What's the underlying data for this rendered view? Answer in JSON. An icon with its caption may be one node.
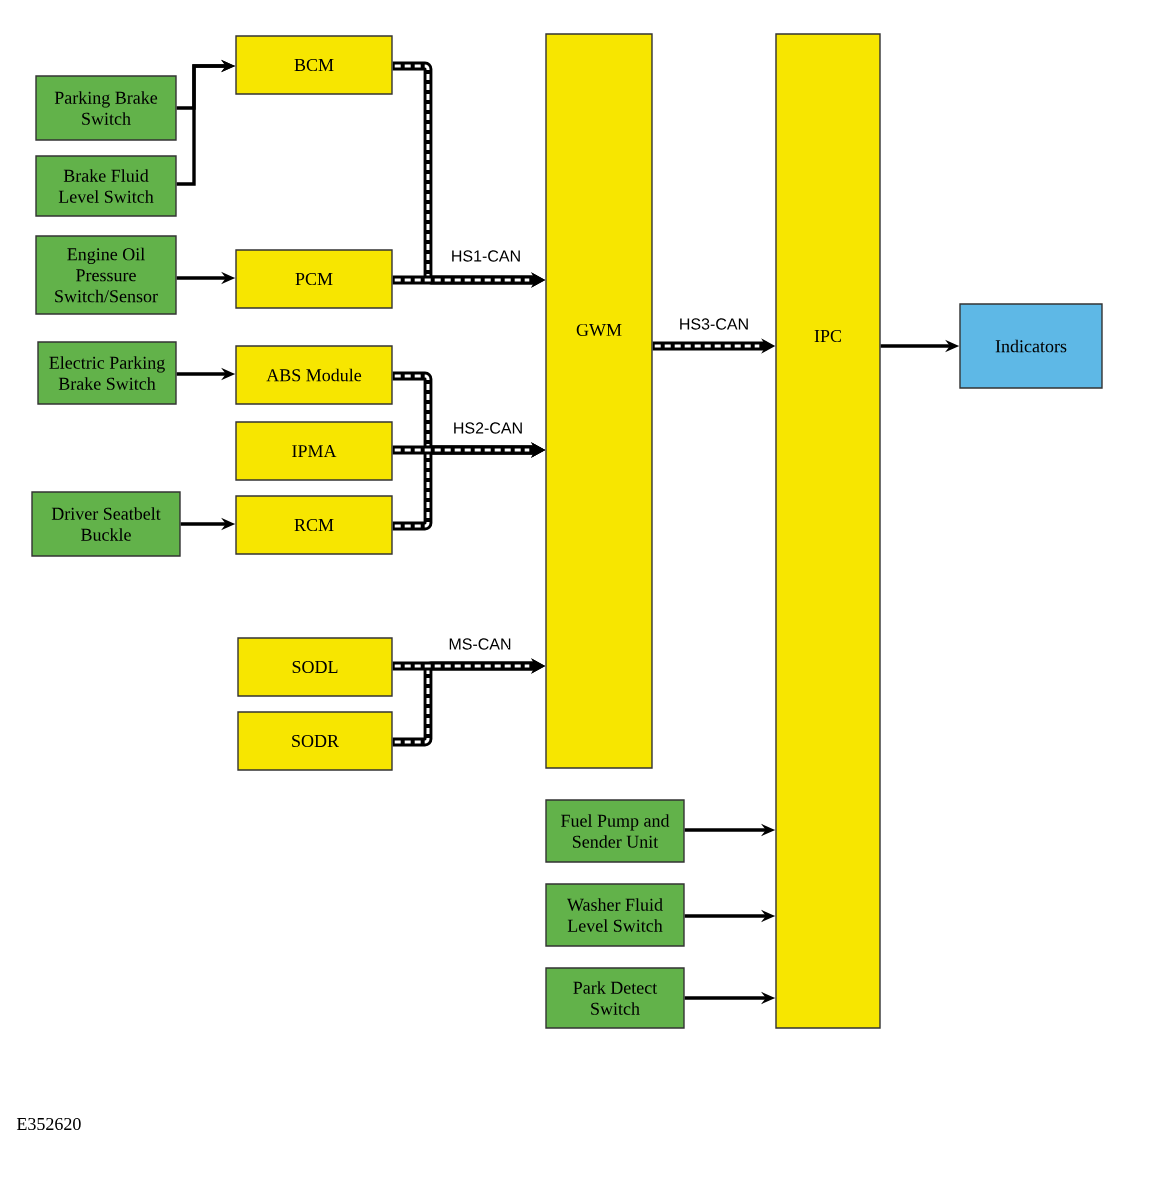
{
  "diagram": {
    "nodes": [
      {
        "text": [
          "Parking Brake Switch"
        ]
      },
      {
        "text": [
          "Brake Fluid Level Switch"
        ]
      },
      {
        "text": [
          "Engine Oil Pressure Switch/Sensor"
        ]
      },
      {
        "text": [
          "Electric Parking Brake Switch"
        ]
      },
      {
        "text": [
          "Driver Seatbelt Buckle"
        ]
      },
      {
        "text": [
          "BCM"
        ]
      },
      {
        "text": [
          "PCM"
        ]
      },
      {
        "text": [
          "ABS Module"
        ]
      },
      {
        "text": [
          "IPMA"
        ]
      },
      {
        "text": [
          "RCM"
        ]
      },
      {
        "text": [
          "SODL"
        ]
      },
      {
        "text": [
          "SODR"
        ]
      },
      {
        "text": [
          "GWM"
        ]
      },
      {
        "text": [
          "IPC"
        ]
      },
      {
        "text": [
          "Indicators"
        ]
      },
      {
        "text": [
          "Fuel Pump and Sender Unit"
        ]
      },
      {
        "text": [
          "Washer Fluid Level Switch"
        ]
      },
      {
        "text": [
          "Park Detect Switch"
        ]
      }
    ],
    "edges": [
      {
        "from": 0,
        "to": 5,
        "arrow": "to"
      },
      {
        "from": 1,
        "to": 5,
        "arrow": "to"
      },
      {
        "from": 2,
        "to": 6,
        "arrow": "to"
      },
      {
        "from": 3,
        "to": 7,
        "arrow": "to"
      },
      {
        "from": 4,
        "to": 9,
        "arrow": "to"
      },
      {
        "from": 5,
        "to": 12,
        "arrow": "to",
        "style": "thick"
      },
      {
        "from": 6,
        "to": 12,
        "arrow": "to",
        "style": "thick",
        "label": "HS1-CAN"
      },
      {
        "from": 7,
        "to": 12,
        "arrow": "to",
        "style": "thick"
      },
      {
        "from": 8,
        "to": 12,
        "arrow": "to",
        "style": "thick",
        "label": "HS2-CAN"
      },
      {
        "from": 9,
        "to": 12,
        "arrow": "to",
        "style": "thick"
      },
      {
        "from": 10,
        "to": 12,
        "arrow": "to",
        "style": "thick",
        "label": "MS-CAN"
      },
      {
        "from": 11,
        "to": 12,
        "arrow": "to",
        "style": "thick"
      },
      {
        "from": 12,
        "to": 13,
        "arrow": "to",
        "style": "thick",
        "label": "HS3-CAN"
      },
      {
        "from": 13,
        "to": 14,
        "arrow": "to"
      },
      {
        "from": 15,
        "to": 13,
        "arrow": "to"
      },
      {
        "from": 16,
        "to": 13,
        "arrow": "to"
      },
      {
        "from": 17,
        "to": 13,
        "arrow": "to"
      }
    ],
    "labels": [
      "E352620"
    ]
  }
}
